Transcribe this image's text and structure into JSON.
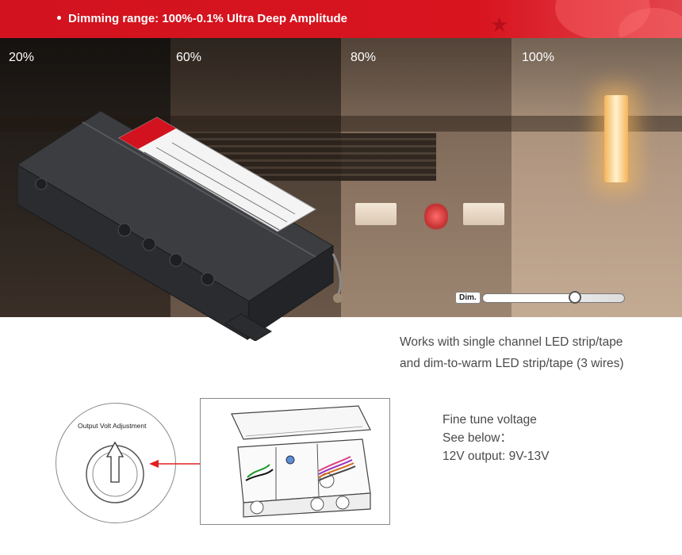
{
  "banner": {
    "text": "Dimming range: 100%-0.1% Ultra Deep Amplitude",
    "color": "#d2131f"
  },
  "levels": [
    "20%",
    "60%",
    "80%",
    "100%"
  ],
  "dimmer": {
    "label": "Dim.",
    "position_fraction": 0.66
  },
  "description": {
    "line1": "Works with single channel LED strip/tape",
    "line2": "and dim-to-warm LED strip/tape (3 wires)"
  },
  "adjustment": {
    "title": "Output Volt Adjustment",
    "arrow_color": "#e02020"
  },
  "fine_tune": {
    "line1": "Fine tune voltage",
    "line2": "See below：",
    "line3": "12V output: 9V-13V"
  },
  "icons": [
    "bullet-icon",
    "star-icon",
    "driver-image",
    "knob-icon",
    "arrow-icon",
    "junction-box-image"
  ]
}
